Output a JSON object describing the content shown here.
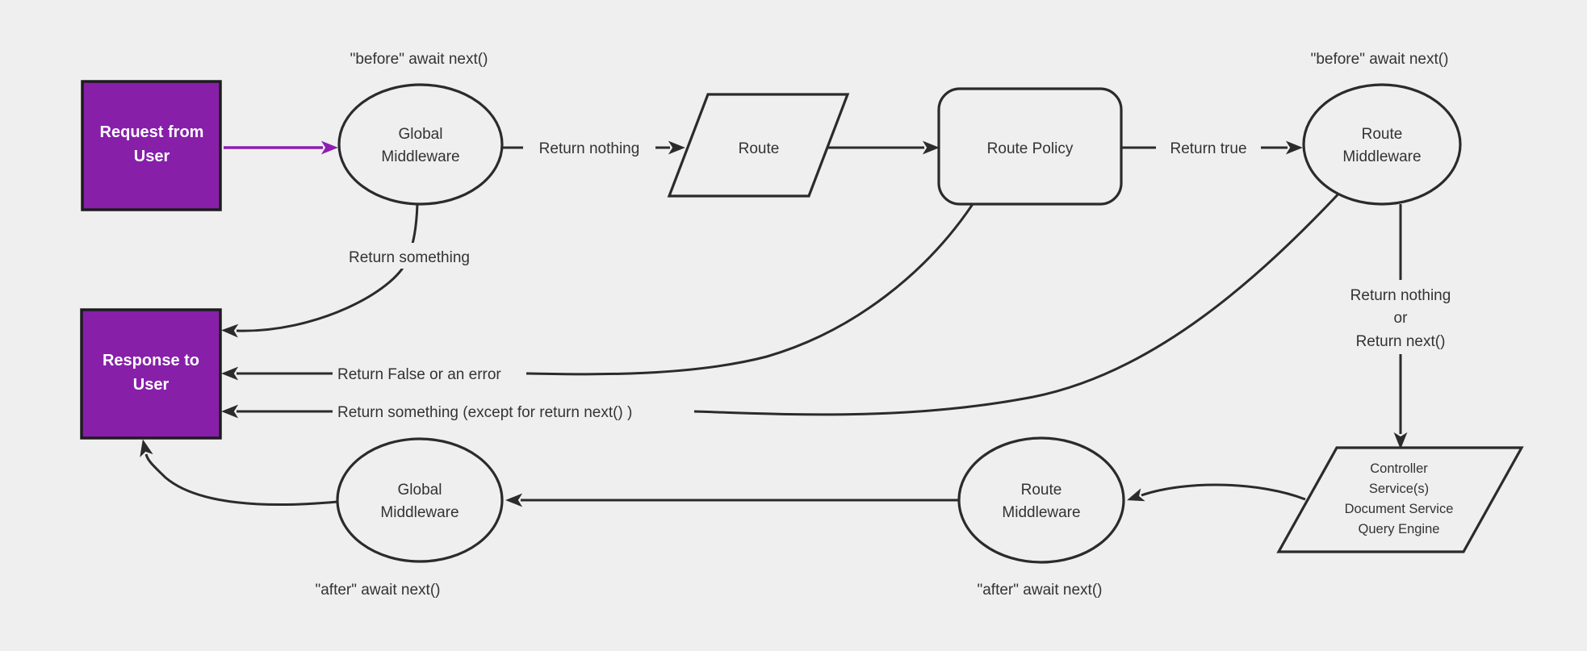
{
  "diagram": {
    "kind": "flowchart",
    "description": "Request/response middleware lifecycle flow"
  },
  "colors": {
    "background": "#efefef",
    "line": "#2b2b2b",
    "text": "#333333",
    "purple_box": "#871fa9",
    "purple_arrow": "#8b1fb0",
    "box_text": "#ffffff"
  },
  "nodes": {
    "request": {
      "line1": "Request from",
      "line2": "User"
    },
    "global_middleware_top": {
      "line1": "Global",
      "line2": "Middleware"
    },
    "route": {
      "label": "Route"
    },
    "route_policy": {
      "label": "Route Policy"
    },
    "route_middleware_top": {
      "line1": "Route",
      "line2": "Middleware"
    },
    "controller": {
      "line1": "Controller",
      "line2": "Service(s)",
      "line3": "Document Service",
      "line4": "Query Engine"
    },
    "route_middleware_bottom": {
      "line1": "Route",
      "line2": "Middleware"
    },
    "global_middleware_bottom": {
      "line1": "Global",
      "line2": "Middleware"
    },
    "response": {
      "line1": "Response to",
      "line2": "User"
    }
  },
  "edge_labels": {
    "before_await_left": "\"before\" await next()",
    "return_nothing": "Return nothing",
    "return_true": "Return true",
    "before_await_right": "\"before\" await next()",
    "return_nothing_or_line1": "Return nothing",
    "return_nothing_or_line2": "or",
    "return_nothing_or_line3": "Return next()",
    "after_await_right": "\"after\" await next()",
    "after_await_left": "\"after\" await next()",
    "return_something": "Return something",
    "return_false_or_error": "Return False or an error",
    "return_something_except": "Return something (except for return next() )"
  }
}
